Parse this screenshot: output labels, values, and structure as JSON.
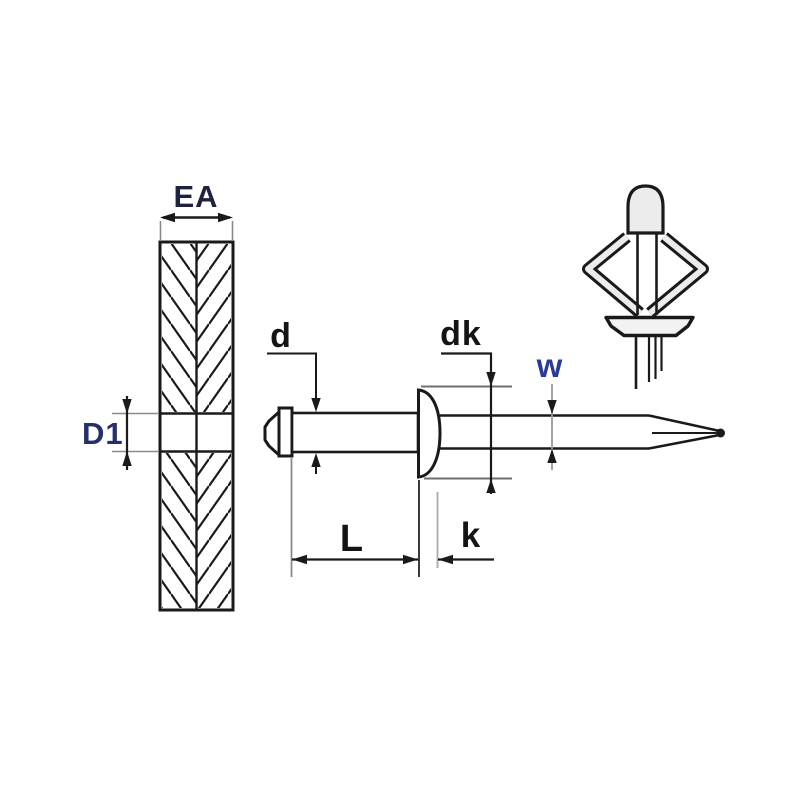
{
  "drawing": {
    "kind": "blind-rivet-technical-drawing",
    "labels": {
      "ea": "EA",
      "d1": "D1",
      "d": "d",
      "dk": "dk",
      "w": "w",
      "l": "L",
      "k": "k"
    },
    "label_colors": {
      "ea": "#1d2240",
      "d1": "#223169",
      "d": "#141414",
      "dk": "#141414",
      "w": "#2a3c96",
      "l": "#141414",
      "k": "#141414"
    },
    "colors": {
      "line": "#1a1a1a",
      "extension_line": "#8a8a8a",
      "fill_light": "#ececec",
      "fill_white": "#ffffff",
      "background": "#ffffff"
    }
  }
}
